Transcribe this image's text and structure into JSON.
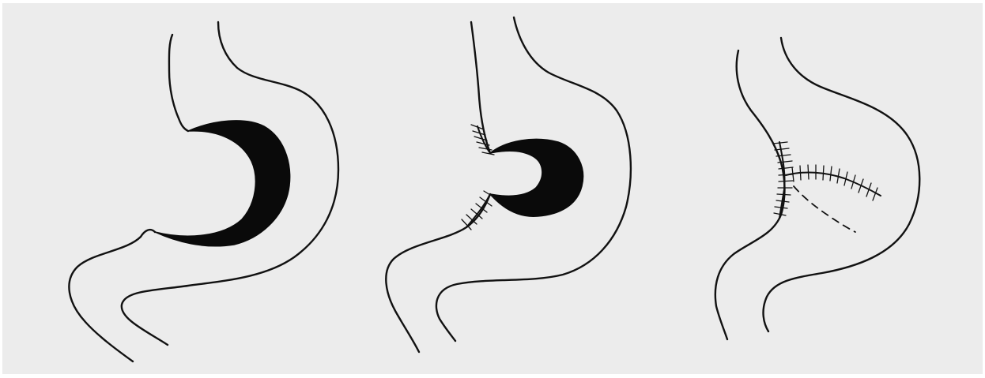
{
  "figure": {
    "panels": [
      {
        "id": "panel-1",
        "depicts": "stomach-with-crescent-defect"
      },
      {
        "id": "panel-2",
        "depicts": "stomach-with-partial-sutured-defect"
      },
      {
        "id": "panel-3",
        "depicts": "stomach-with-sutured-repair"
      }
    ],
    "colors": {
      "panel_background": "#ececec",
      "line": "#111111",
      "defect_fill": "#0a0a0a"
    }
  }
}
